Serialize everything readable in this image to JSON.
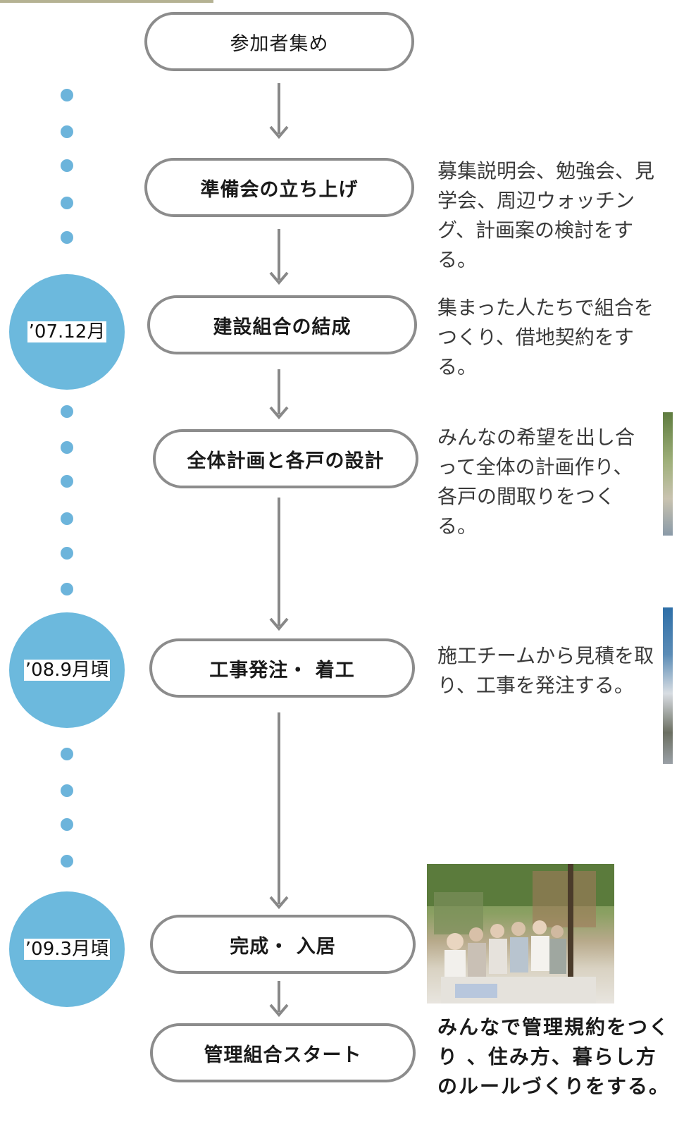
{
  "steps": [
    {
      "label": "参加者集め"
    },
    {
      "label": "準備会の立ち上げ"
    },
    {
      "label": "建設組合の結成"
    },
    {
      "label": "全体計画と各戸の設計"
    },
    {
      "label": "工事発注・ 着工"
    },
    {
      "label": "完成・ 入居"
    },
    {
      "label": "管理組合スタート"
    }
  ],
  "milestones": [
    {
      "date": "’07.12月"
    },
    {
      "date": "’08.9月頃"
    },
    {
      "date": "’09.3月頃"
    }
  ],
  "descriptions": {
    "preparation": "募集説明会、勉強会、見学会、周辺ウォッチング、計画案の検討をする。",
    "union": "集まった人たちで組合をつくり、借地契約をする。",
    "design": "みんなの希望を出し合って全体の計画作り、各戸の間取りをつくる。",
    "construction": "施工チームから見積を取り、工事を発注する。",
    "management": "みんなで管理規約をつくり 、住み方、暮らし方のルールづくりをする。"
  },
  "colors": {
    "timeline_blue": "#6cb9dd",
    "box_border": "#8c8c8c",
    "arrow": "#888888",
    "top_bar": "#b5b293"
  },
  "photo": {
    "label": "group-photo"
  }
}
